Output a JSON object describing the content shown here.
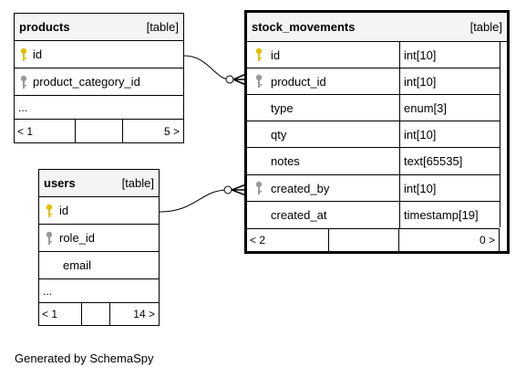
{
  "caption": "Generated by SchemaSpy",
  "tables": {
    "products": {
      "name": "products",
      "kind": "[table]",
      "columns": [
        {
          "name": "id",
          "key": "primary"
        },
        {
          "name": "product_category_id",
          "key": "foreign"
        }
      ],
      "ellipsis": "...",
      "parents": "< 1",
      "children": "5 >"
    },
    "users": {
      "name": "users",
      "kind": "[table]",
      "columns": [
        {
          "name": "id",
          "key": "primary"
        },
        {
          "name": "role_id",
          "key": "foreign"
        },
        {
          "name": "email",
          "key": ""
        }
      ],
      "ellipsis": "...",
      "parents": "< 1",
      "children": "14 >"
    },
    "stock_movements": {
      "name": "stock_movements",
      "kind": "[table]",
      "columns": [
        {
          "name": "id",
          "type": "int[10]",
          "key": "primary"
        },
        {
          "name": "product_id",
          "type": "int[10]",
          "key": "foreign"
        },
        {
          "name": "type",
          "type": "enum[3]",
          "key": ""
        },
        {
          "name": "qty",
          "type": "int[10]",
          "key": ""
        },
        {
          "name": "notes",
          "type": "text[65535]",
          "key": ""
        },
        {
          "name": "created_by",
          "type": "int[10]",
          "key": "foreign"
        },
        {
          "name": "created_at",
          "type": "timestamp[19]",
          "key": ""
        }
      ],
      "parents": "< 2",
      "children": "0 >"
    }
  },
  "colors": {
    "primary_key": "#e0c000",
    "foreign_key": "#9a9a9a",
    "header_bg": "#f4f4f4"
  }
}
